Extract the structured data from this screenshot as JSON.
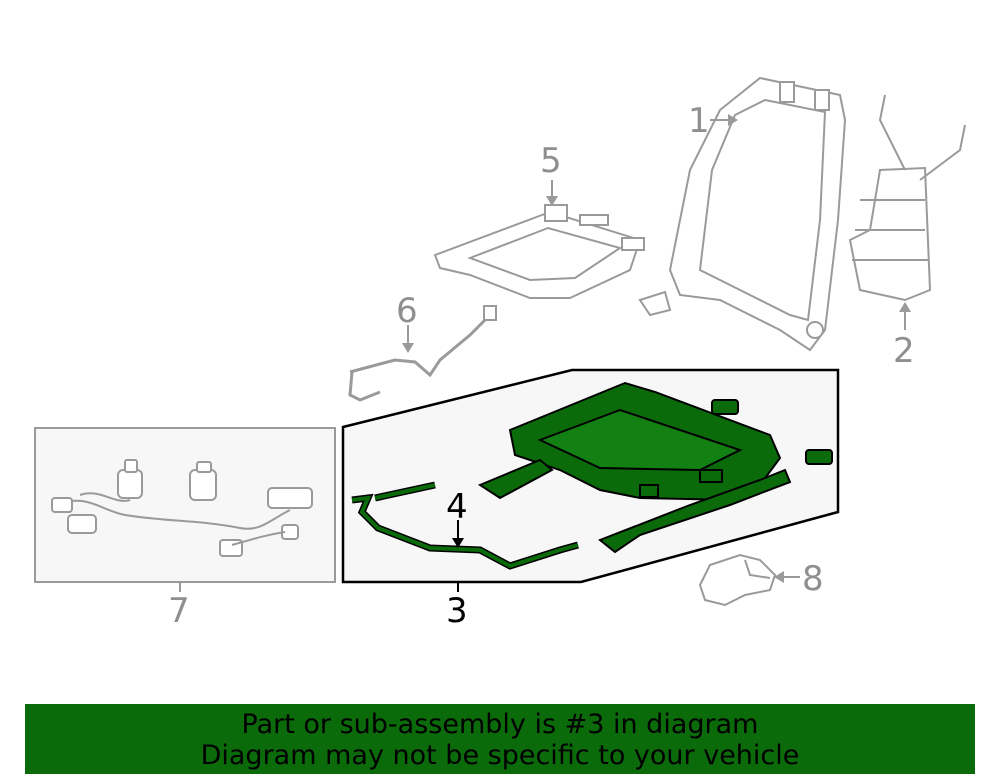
{
  "callouts": [
    {
      "id": "1",
      "label": "1",
      "highlight": false
    },
    {
      "id": "2",
      "label": "2",
      "highlight": false
    },
    {
      "id": "3",
      "label": "3",
      "highlight": true
    },
    {
      "id": "4",
      "label": "4",
      "highlight": true
    },
    {
      "id": "5",
      "label": "5",
      "highlight": false
    },
    {
      "id": "6",
      "label": "6",
      "highlight": false
    },
    {
      "id": "7",
      "label": "7",
      "highlight": false
    },
    {
      "id": "8",
      "label": "8",
      "highlight": false
    }
  ],
  "banner": {
    "line1": "Part or sub-assembly is #3 in diagram",
    "line2": "Diagram may not be specific to your vehicle"
  },
  "colors": {
    "highlight_part": "#0b6b0b",
    "outline_gray": "#9a9a9a",
    "banner_bg": "#0b6b0b",
    "panel_bg": "#f7f7f7"
  }
}
